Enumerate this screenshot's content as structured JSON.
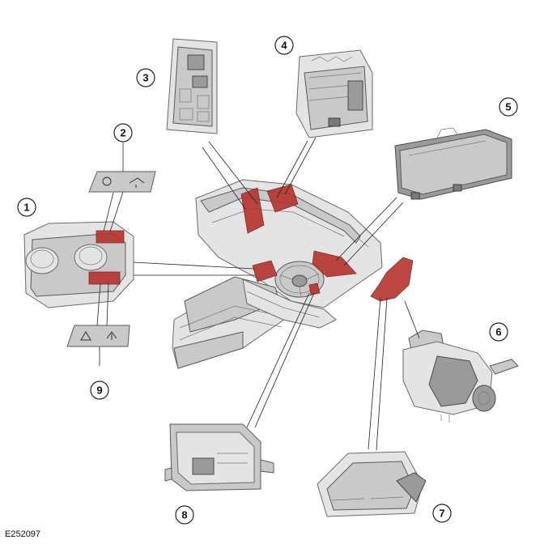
{
  "reference_code": "E252097",
  "callouts": {
    "c1": "1",
    "c2": "2",
    "c3": "3",
    "c4": "4",
    "c5": "5",
    "c6": "6",
    "c7": "7",
    "c8": "8",
    "c9": "9"
  },
  "colors": {
    "highlight": "#b5332e",
    "component_grey": "#c9c9c9",
    "line": "#222222"
  }
}
